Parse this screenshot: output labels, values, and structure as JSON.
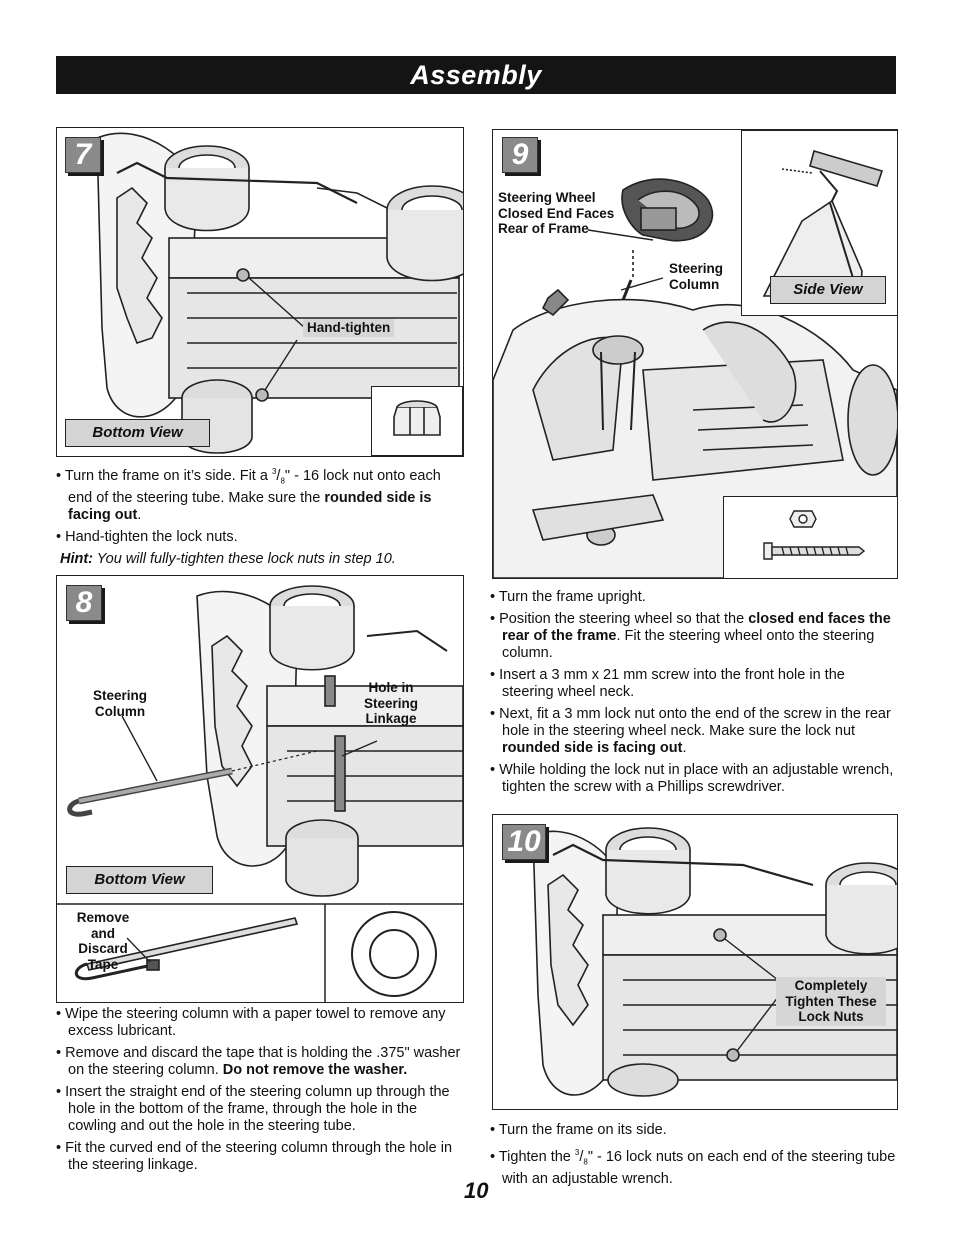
{
  "header": {
    "title": "Assembly"
  },
  "step7": {
    "number": "7",
    "view_label": "Bottom View",
    "callout": "Hand-tighten",
    "instructions": {
      "b1_pre": "Turn the frame on it’s side. Fit a ",
      "b1_frac_num": "3",
      "b1_frac_den": "8",
      "b1_mid": "\" - 16 lock nut onto each end of the steering tube. Make sure the ",
      "b1_bold": "rounded side is facing out",
      "b1_end": ".",
      "b2": "Hand-tighten the lock nuts.",
      "hint_label": "Hint:",
      "hint_text": " You will fully-tighten these lock nuts in step 10."
    }
  },
  "step8": {
    "number": "8",
    "view_label": "Bottom View",
    "callout_left": "Steering Column",
    "callout_right": "Hole in Steering Linkage",
    "callout_tape": "Remove and Discard Tape",
    "instructions": {
      "b1": "Wipe the steering column with a paper towel to remove any excess lubricant.",
      "b2_pre": "Remove and discard the tape that is holding the .375\" washer on the steering column. ",
      "b2_bold": "Do not remove the washer.",
      "b3": "Insert the straight end of the steering column up through the hole in the bottom of the frame, through the hole in the cowling and out the hole in the steering tube.",
      "b4": "Fit the curved end of the steering column through the hole in the steering linkage."
    }
  },
  "step9": {
    "number": "9",
    "view_label": "Side View",
    "callout_wheel": "Steering Wheel Closed End Faces Rear of Frame",
    "callout_column": "Steering Column",
    "instructions": {
      "b1": "Turn the frame upright.",
      "b2_pre": "Position the steering wheel so that the ",
      "b2_bold": "closed end faces the rear of the frame",
      "b2_end": ". Fit the steering wheel onto the steering column.",
      "b3": "Insert a 3 mm x 21 mm screw into the front hole in the steering wheel neck.",
      "b4_pre": "Next, fit a 3 mm lock nut onto the end of the screw in the rear hole in the steering wheel neck. Make sure the lock nut ",
      "b4_bold": "rounded side is facing out",
      "b4_end": ".",
      "b5": "While holding the lock nut in place with an adjustable wrench, tighten the screw with a Phillips screwdriver."
    }
  },
  "step10": {
    "number": "10",
    "callout": "Completely Tighten These Lock Nuts",
    "instructions": {
      "b1": "Turn the frame on its side.",
      "b2_pre": "Tighten the ",
      "b2_frac_num": "3",
      "b2_frac_den": "8",
      "b2_end": "\" - 16 lock nuts on each end of the steering tube with an adjustable wrench."
    }
  },
  "footer": {
    "page_number": "10"
  }
}
